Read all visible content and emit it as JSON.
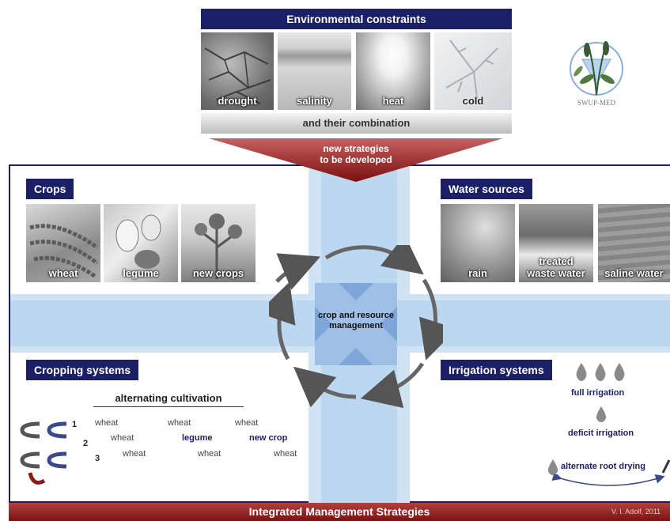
{
  "env": {
    "title": "Environmental constraints",
    "images": [
      "drought",
      "salinity",
      "heat",
      "cold"
    ],
    "combination": "and their combination",
    "arrow_text_line1": "new strategies",
    "arrow_text_line2": "to be developed"
  },
  "logo": {
    "text": "SWUP-MED"
  },
  "crops": {
    "title": "Crops",
    "images": [
      "wheat",
      "legume",
      "new crops"
    ]
  },
  "water": {
    "title": "Water sources",
    "images": [
      "rain",
      "treated\nwaste water",
      "saline water"
    ],
    "treated_line1": "treated",
    "treated_line2": "waste water"
  },
  "center": {
    "line1": "crop and resource",
    "line2": "management"
  },
  "cropping": {
    "title": "Cropping systems",
    "subtitle": "alternating cultivation",
    "row_numbers": [
      "1",
      "2",
      "3"
    ],
    "row1": [
      "wheat",
      "wheat",
      "wheat"
    ],
    "row2": [
      "wheat",
      "legume",
      "new crop"
    ],
    "row3": [
      "wheat",
      "wheat",
      "wheat"
    ]
  },
  "irrigation": {
    "title": "Irrigation systems",
    "full": "full irrigation",
    "deficit": "deficit irrigation",
    "alternate": "alternate root drying"
  },
  "footer": {
    "title": "Integrated Management Strategies",
    "credit": "V. I. Adolf, 2011"
  },
  "colors": {
    "navy": "#1a1f66",
    "arrow_red": "#8b1a1a",
    "band_blue": "#cfe3f5",
    "center_blue": "#7fa6d9"
  }
}
